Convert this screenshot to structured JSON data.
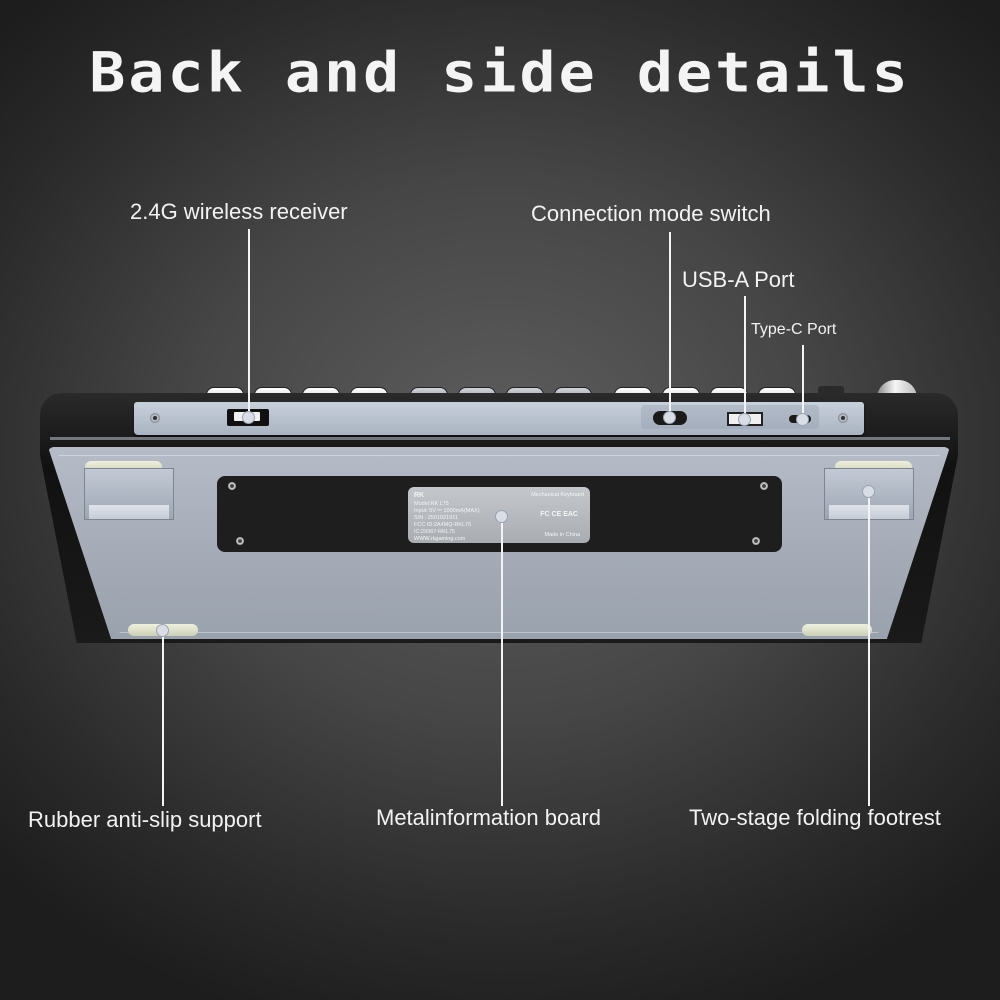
{
  "title": "Back and side details",
  "callouts": {
    "wireless_receiver": "2.4G wireless receiver",
    "connection_switch": "Connection mode switch",
    "usb_a_port": "USB-A Port",
    "type_c_port": "Type-C Port",
    "rubber_support": "Rubber anti-slip support",
    "info_board": "Metalinformation board",
    "folding_footrest": "Two-stage folding footrest"
  },
  "info_label": {
    "brand_logo": "RK",
    "product_type": "Mechanical Keyboard",
    "model": "Model:RK L75",
    "input": "Input: 5V ⎓ 1000mA(MAX)",
    "serial": "S/N : 2501021911",
    "fcc_id": "FCC ID:2A4MQ-RKL75",
    "ic": "IC:29367-RKL75",
    "website": "WWW.rkgaming.com",
    "certifications": "FC CE EAC",
    "origin": "Made in China"
  },
  "colors": {
    "background": "#464646",
    "text": "#f2f2f2",
    "plate": "#a9b0bc",
    "case": "#1a1a1a"
  }
}
